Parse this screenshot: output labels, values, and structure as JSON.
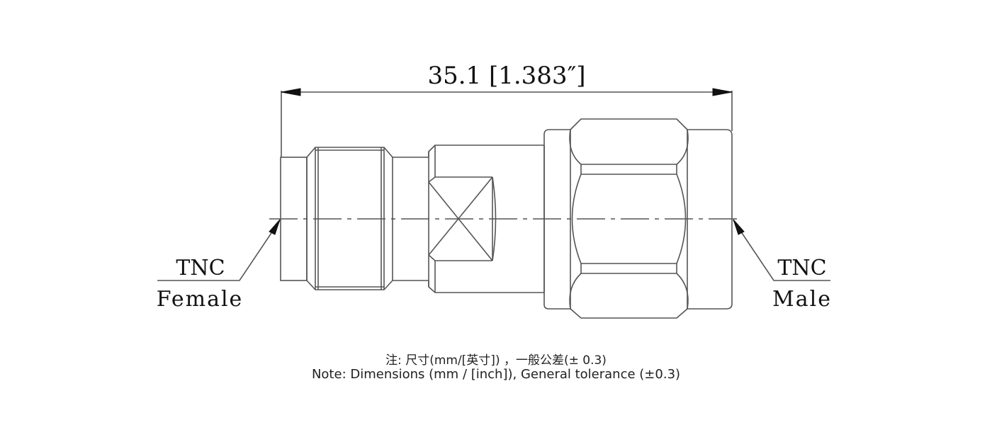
{
  "drawing": {
    "title": "TNC Female to TNC Male adapter outline drawing",
    "overall_length": {
      "label": "35.1 [1.383″]",
      "mm": 35.1,
      "inch": 1.383
    },
    "left_end": {
      "label_top": "TNC",
      "label_bottom": "Female"
    },
    "right_end": {
      "label_top": "TNC",
      "label_bottom": "Male"
    },
    "line_color": "#555555",
    "text_color": "#111111"
  },
  "notes": {
    "chinese": "注: 尺寸(mm/[英寸]) ，一般公差(± 0.3)",
    "english": "Note: Dimensions (mm / [inch]), General tolerance (±0.3)"
  }
}
